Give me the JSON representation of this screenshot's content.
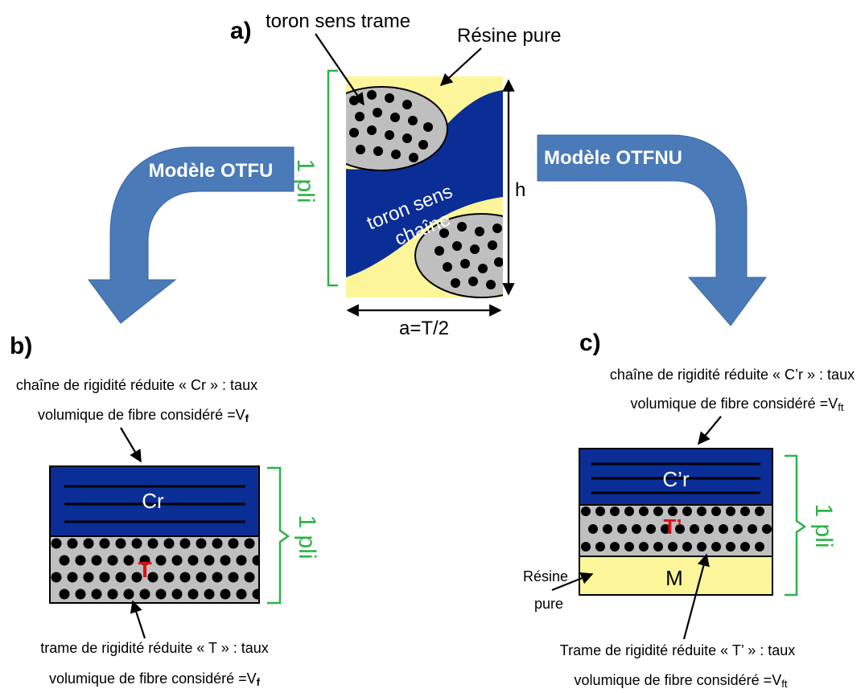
{
  "panel_a": {
    "label": "a)",
    "weft_yarn": "toron sens trame",
    "pure_resin": "Résine pure",
    "warp_yarn_line1": "toron sens",
    "warp_yarn_line2": "chaîne",
    "ply": "1 pli",
    "height": "h",
    "width": "a=T/2"
  },
  "arrows": {
    "left_model": "Modèle OTFU",
    "right_model": "Modèle OTFNU"
  },
  "panel_b": {
    "label": "b)",
    "top_note_line1": "chaîne de rigidité réduite « Cr » : taux",
    "top_note_line2": "volumique de fibre considéré =V",
    "top_note_sub": "f",
    "layer_top": "Cr",
    "layer_bottom": "T",
    "ply": "1 pli",
    "bottom_note_line1": "trame de rigidité réduite « T » : taux",
    "bottom_note_line2": "volumique de fibre considéré =V",
    "bottom_note_sub": "f"
  },
  "panel_c": {
    "label": "c)",
    "top_note_line1": "chaîne de rigidité réduite « C’r » : taux",
    "top_note_line2": "volumique de fibre considéré =V",
    "top_note_sub": "ft",
    "layer_top": "C’r",
    "layer_mid": "T’",
    "layer_bottom": "M",
    "resin_line1": "Résine",
    "resin_line2": "pure",
    "ply": "1 pli",
    "bottom_note_line1": "Trame de rigidité réduite « T’ » : taux",
    "bottom_note_line2": "volumique de fibre considéré =V",
    "bottom_note_sub": "ft"
  },
  "colors": {
    "blue": "#0b2d96",
    "yellow": "#fdf59a",
    "grey": "#bfbfbf",
    "arrow": "#4a7ab8",
    "green": "#2db34a",
    "red": "#e01010"
  }
}
